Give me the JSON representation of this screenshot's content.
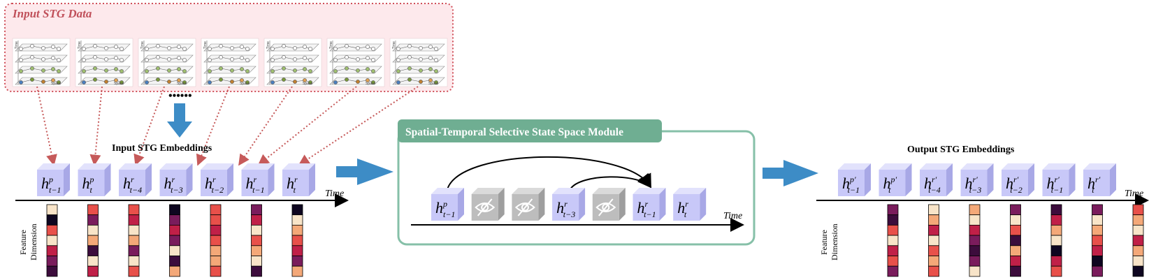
{
  "input_panel": {
    "title": "Input STG Data",
    "graph_axis_label": "Space",
    "graph_time_label": "Time"
  },
  "dots": "••••••",
  "input_embeddings": {
    "title": "Input STG Embeddings",
    "time_label": "Time",
    "tokens": [
      {
        "base": "h",
        "sup": "p",
        "sub": "t−1"
      },
      {
        "base": "h",
        "sup": "p",
        "sub": "t"
      },
      {
        "base": "h",
        "sup": "r",
        "sub": "t−4"
      },
      {
        "base": "h",
        "sup": "r",
        "sub": "t−3"
      },
      {
        "base": "h",
        "sup": "r",
        "sub": "t−2"
      },
      {
        "base": "h",
        "sup": "r",
        "sub": "t−1"
      },
      {
        "base": "h",
        "sup": "r",
        "sub": "t"
      }
    ],
    "feature_label_line1": "Feature",
    "feature_label_line2": "Dimension"
  },
  "module": {
    "title": "Spatial-Temporal Selective State Space Module",
    "time_label": "Time",
    "tokens": [
      {
        "base": "h",
        "sup": "p",
        "sub": "t−1",
        "state": "active"
      },
      {
        "state": "masked"
      },
      {
        "state": "masked"
      },
      {
        "base": "h",
        "sup": "r",
        "sub": "t−3",
        "state": "active"
      },
      {
        "state": "masked"
      },
      {
        "base": "h",
        "sup": "r",
        "sub": "t−1",
        "state": "active"
      },
      {
        "base": "h",
        "sup": "r",
        "sub": "t",
        "state": "active"
      }
    ]
  },
  "output_embeddings": {
    "title": "Output STG Embeddings",
    "time_label": "Time",
    "tokens": [
      {
        "base": "h",
        "sup": "p′",
        "sub": "t−1"
      },
      {
        "base": "h",
        "sup": "p′",
        "sub": "t"
      },
      {
        "base": "h",
        "sup": "r′",
        "sub": "t−4"
      },
      {
        "base": "h",
        "sup": "r′",
        "sub": "t−3"
      },
      {
        "base": "h",
        "sup": "r′",
        "sub": "t−2"
      },
      {
        "base": "h",
        "sup": "r′",
        "sub": "t−1"
      },
      {
        "base": "h",
        "sup": "r′",
        "sub": "t"
      }
    ],
    "feature_label_line1": "Feature",
    "feature_label_line2": "Dimension"
  },
  "colors": {
    "cube_front": "#c8c8f8",
    "cube_top": "#e2e2fc",
    "cube_side": "#a8a8e6",
    "masked_front": "#bdbdbd",
    "masked_top": "#dadada",
    "masked_side": "#9e9e9e",
    "module_border": "#86c0a8",
    "module_title_bg": "#6fae92",
    "input_panel_border": "#d0505a",
    "input_panel_bg": "#fde9ec",
    "input_title": "#c0505a",
    "blue_arrow": "#3d8cc6",
    "dotted_arrow": "#c65a5a"
  },
  "feature_palette": [
    "#f8e4c8",
    "#f4a878",
    "#e8504a",
    "#c02048",
    "#7a1c5c",
    "#3c0c3c",
    "#0e0620"
  ],
  "input_feature_columns": [
    [
      0,
      6,
      2,
      0,
      3,
      4,
      5
    ],
    [
      2,
      4,
      0,
      1,
      5,
      0,
      3
    ],
    [
      2,
      3,
      0,
      1,
      4,
      0,
      2
    ],
    [
      6,
      4,
      3,
      4,
      0,
      5,
      1
    ],
    [
      2,
      2,
      3,
      2,
      1,
      1,
      2
    ],
    [
      4,
      3,
      0,
      2,
      1,
      0,
      5
    ],
    [
      6,
      0,
      1,
      2,
      3,
      4,
      1
    ]
  ],
  "output_feature_columns": [
    [
      4,
      5,
      2,
      0,
      3,
      2,
      4
    ],
    [
      0,
      1,
      3,
      0,
      2,
      1,
      2
    ],
    [
      1,
      0,
      3,
      4,
      5,
      4,
      0
    ],
    [
      4,
      0,
      2,
      5,
      1,
      3,
      5
    ],
    [
      5,
      3,
      1,
      0,
      6,
      3,
      2
    ],
    [
      4,
      0,
      1,
      2,
      3,
      6,
      4
    ],
    [
      2,
      1,
      0,
      3,
      1,
      0,
      6
    ]
  ]
}
